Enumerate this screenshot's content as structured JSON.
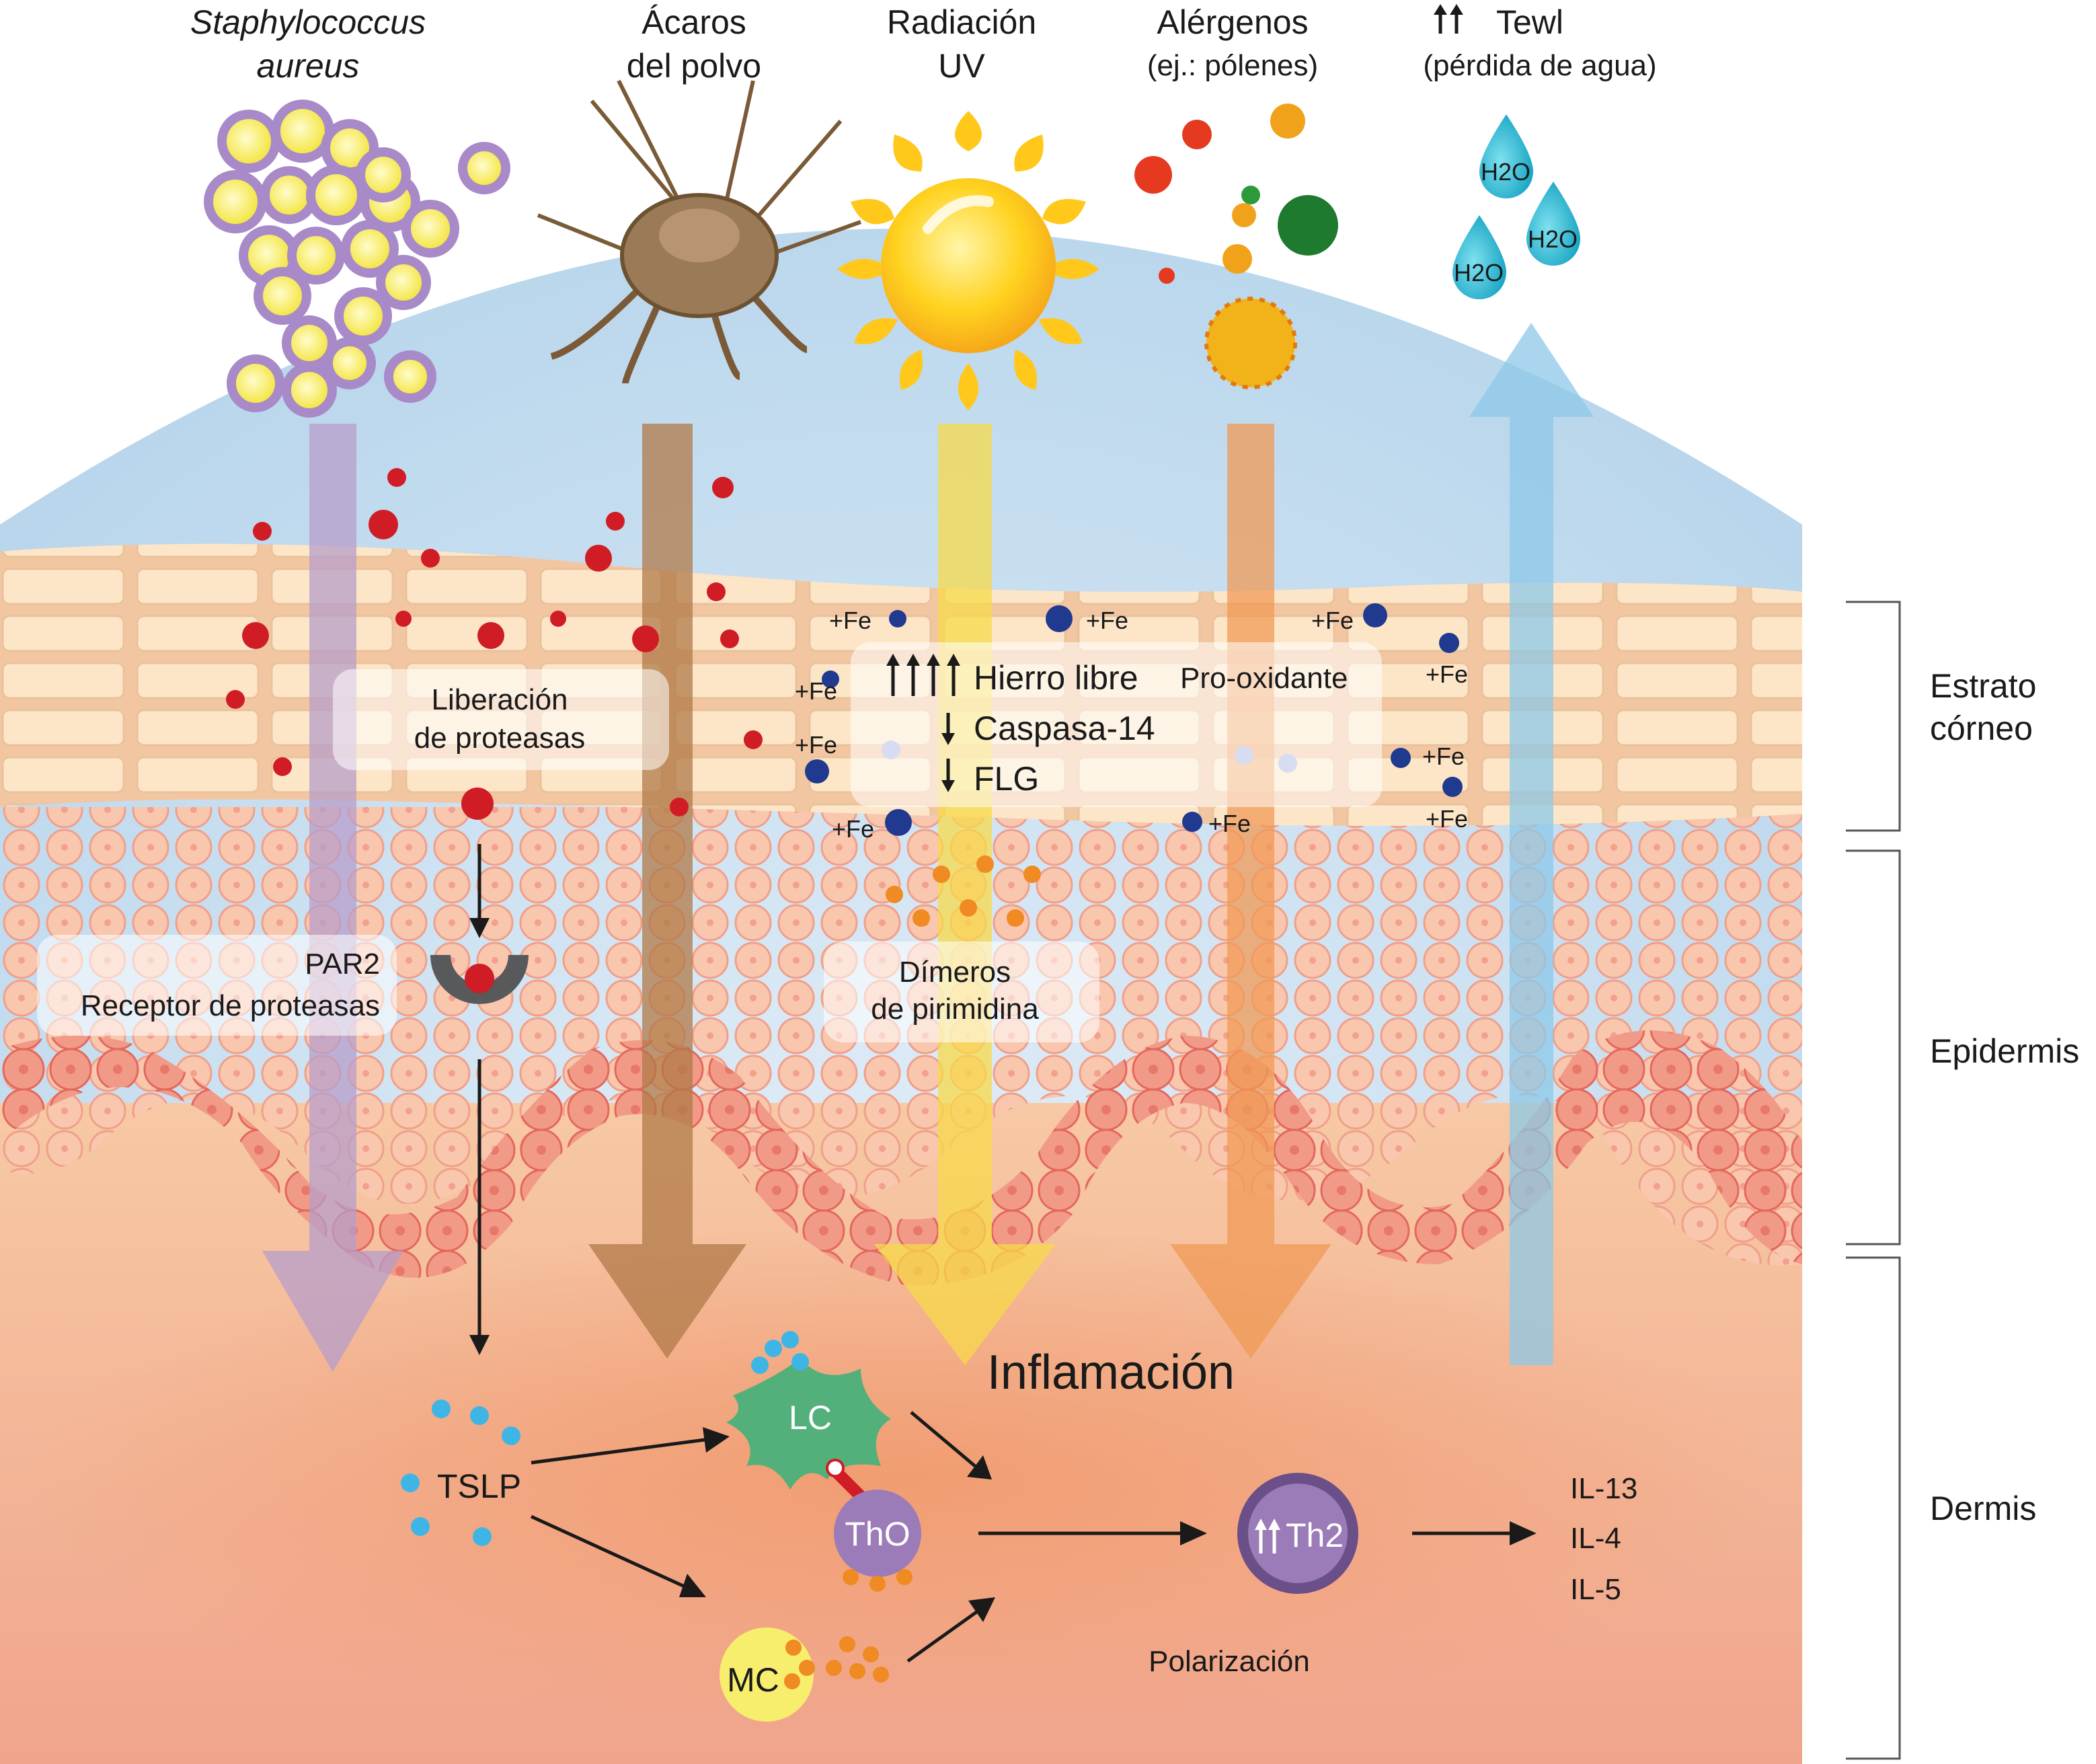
{
  "stimuli": {
    "staph": [
      "Staphylococcus",
      "aureus"
    ],
    "mites": [
      "Ácaros",
      "del polvo"
    ],
    "uv": [
      "Radiación",
      "UV"
    ],
    "allergens": [
      "Alérgenos",
      "(ej.: pólenes)"
    ],
    "tewl": [
      "Tewl",
      "(pérdida de agua)"
    ]
  },
  "water_labels": [
    "H2O",
    "H2O",
    "H2O"
  ],
  "layers": [
    "Estrato",
    "córneo",
    "Epidermis",
    "Dermis"
  ],
  "boxes": {
    "proteases": [
      "Liberación",
      "de proteasas"
    ],
    "par2": [
      "PAR2",
      "Receptor de proteasas"
    ],
    "iron": {
      "lines": [
        "Hierro libre",
        "Caspasa-14",
        "FLG"
      ],
      "prooxidant": "Pro-oxidante"
    },
    "dimers": [
      "Dímeros",
      "de pirimidina"
    ]
  },
  "fe_label": "+Fe",
  "cells": {
    "tslp": "TSLP",
    "lc": "LC",
    "th0": "ThO",
    "mc": "MC",
    "th2": "Th2"
  },
  "inflammation": "Inflamación",
  "polarization": "Polarización",
  "cytokines": [
    "IL-13",
    "IL-4",
    "IL-5"
  ],
  "colors": {
    "sky": "#cfe3f3",
    "stratum": "#f4c8a8",
    "epidermis": "#f6b8a0",
    "basal": "#ef8a7a",
    "dermis": "#f3b08f",
    "staph_arrow": "#b79ec9",
    "mite_arrow": "#b07a48",
    "uv_arrow": "#f7d94a",
    "allergen_arrow": "#f09a55",
    "water_arrow": "#8cc8e8",
    "red_dot": "#d01c24",
    "iron_dot": "#1f3a8f",
    "tslp_dot": "#3fb5e6"
  }
}
